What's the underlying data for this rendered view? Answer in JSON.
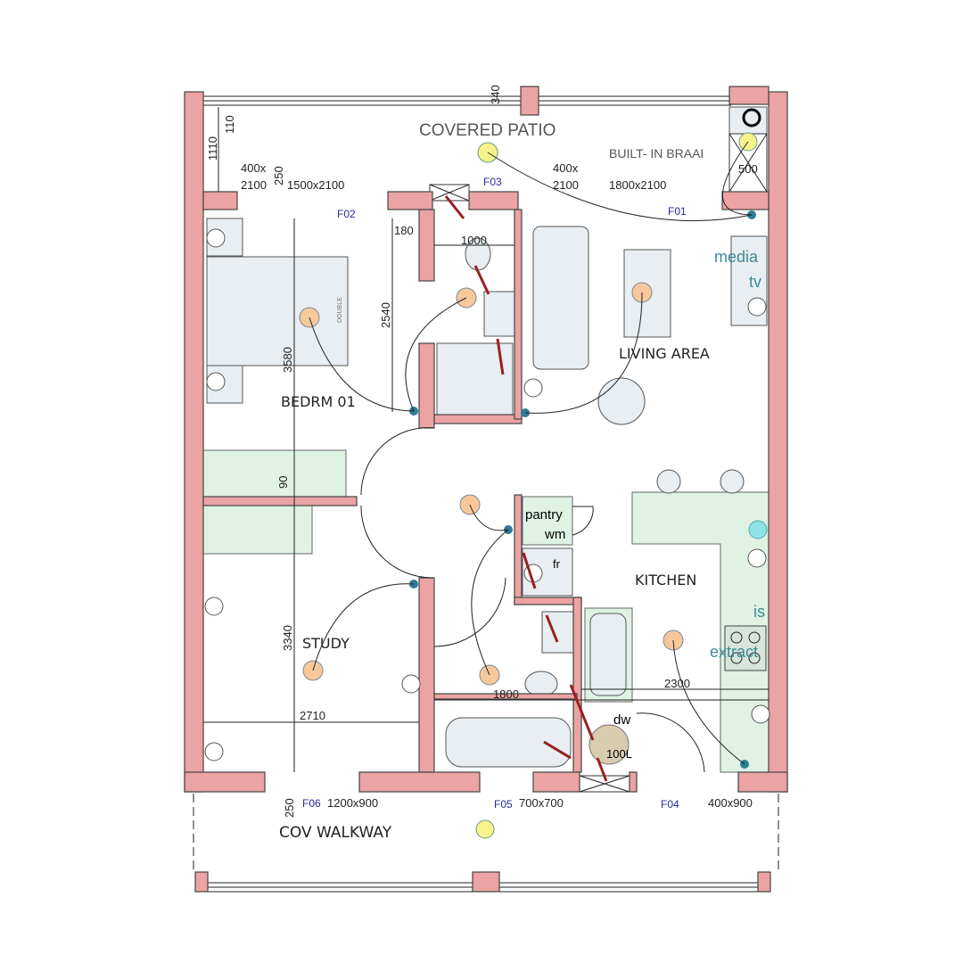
{
  "rooms": {
    "covered_patio": "COVERED PATIO",
    "built_in_braai": "BUILT- IN BRAAI",
    "living_area": "LIVING AREA",
    "bedroom": "BEDRM 01",
    "kitchen": "KITCHEN",
    "study": "STUDY",
    "cov_walkway": "COV WALKWAY"
  },
  "fixtures": {
    "pantry": "pantry",
    "wm": "wm",
    "fr": "fr",
    "dw": "dw",
    "geyser": "100L",
    "media": "media",
    "tv": "tv",
    "is": "is",
    "extract": "extract",
    "bed": "DOUBLE"
  },
  "openings": {
    "f01": "F01",
    "f02": "F02",
    "f03": "F03",
    "f04": "F04",
    "f05": "F05",
    "f06": "F06",
    "f01_size": "1800x2100",
    "f02_size": "1500x2100",
    "left_400": "400x",
    "left_2100": "2100",
    "mid_400": "400x",
    "mid_2100": "2100",
    "f04_size": "400x900",
    "f05_size": "700x700",
    "f06_size": "1200x900"
  },
  "dimensions": {
    "d340": "340",
    "d110": "110",
    "d1110": "1110",
    "d250_top": "250",
    "d500": "500",
    "d180": "180",
    "d1000": "1000",
    "d2540": "2540",
    "d3580": "3580",
    "d90": "90",
    "d3340": "3340",
    "d2710": "2710",
    "d1800": "1800",
    "d2300": "2300",
    "d250_bottom": "250"
  },
  "colors": {
    "wall": "#eba3a3",
    "counter": "#dff2e4",
    "light": "#f7c89a",
    "switch": "#2d7d96"
  }
}
